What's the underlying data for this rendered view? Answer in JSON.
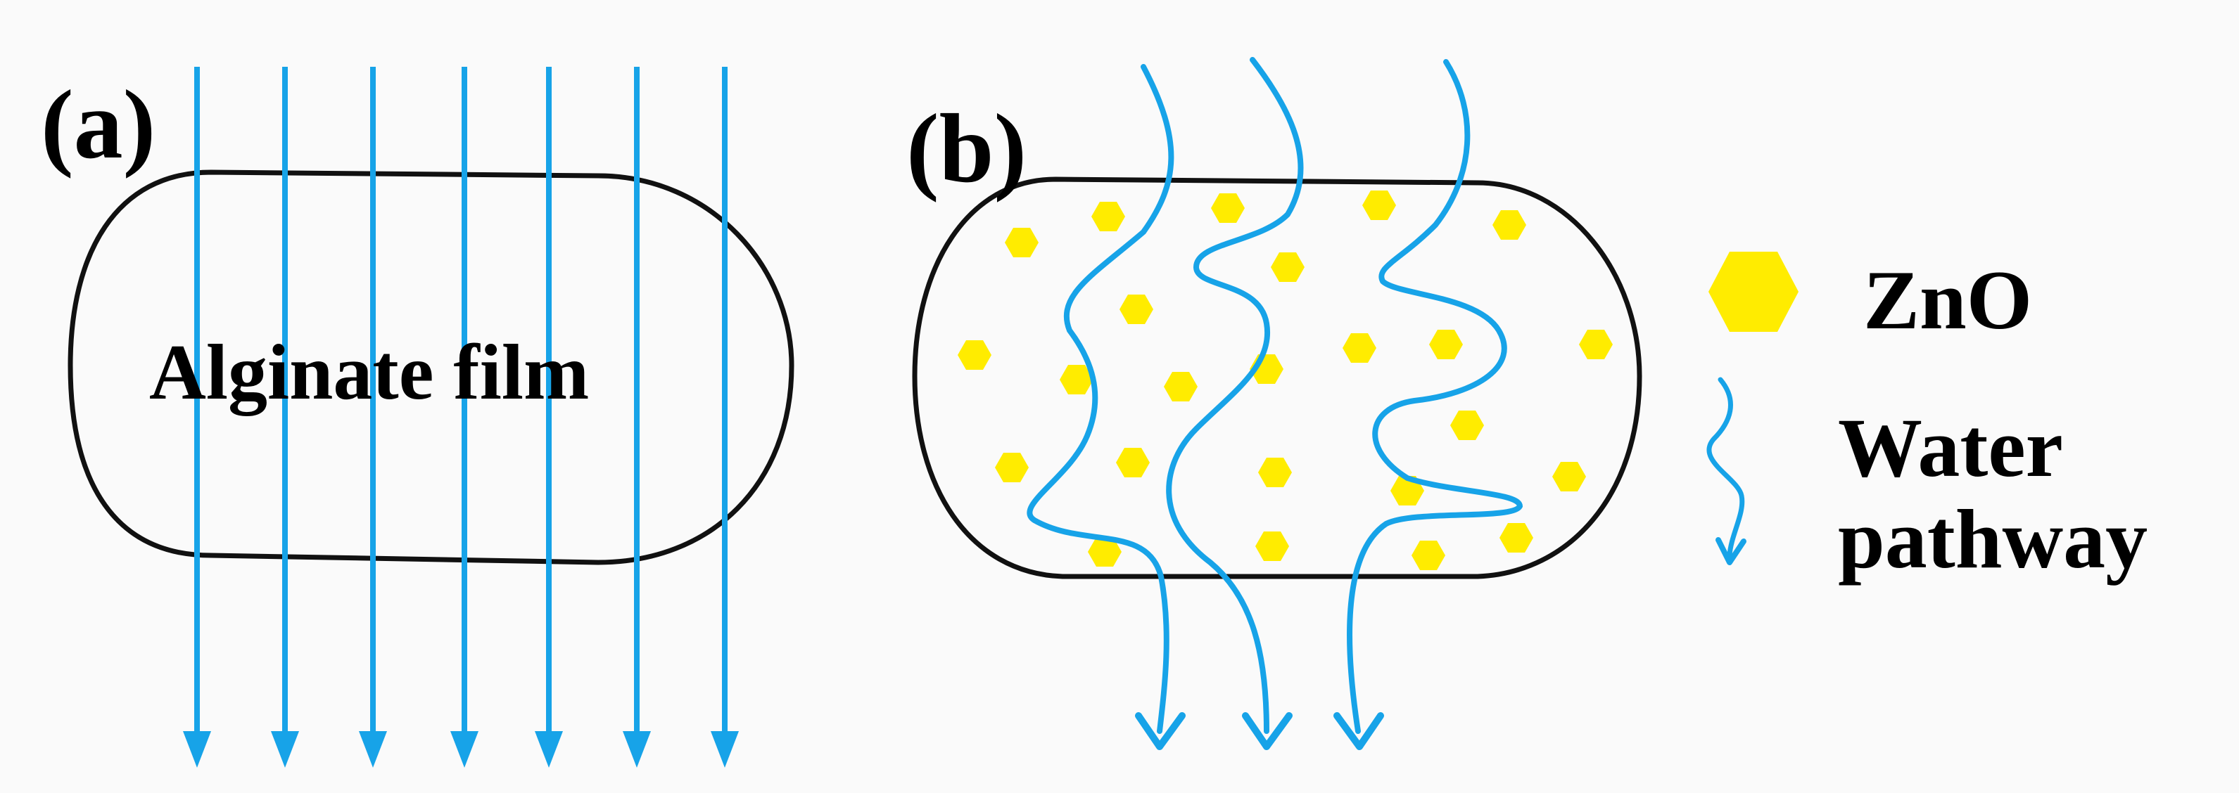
{
  "panels": {
    "a": {
      "label": "(a)",
      "film_text": "Alginate film"
    },
    "b": {
      "label": "(b)"
    }
  },
  "legend": {
    "zno": "ZnO",
    "water_line1": "Water",
    "water_line2": "pathway"
  },
  "colors": {
    "water": "#17a3e8",
    "zno": "#ffec00",
    "outline": "#111111",
    "background": "#fafafa"
  },
  "icons": {
    "zno": "yellow-hexagon",
    "water": "wavy-arrow"
  }
}
